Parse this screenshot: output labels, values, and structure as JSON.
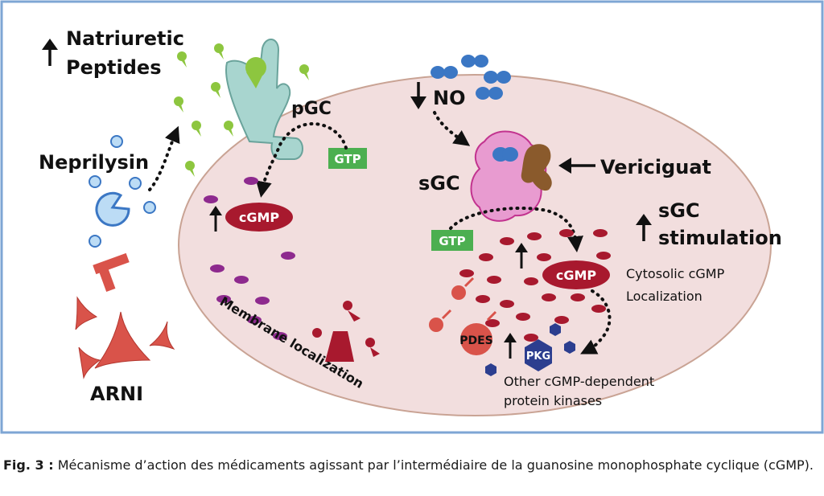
{
  "labels": {
    "natriuretic_line1": "Natriuretic",
    "natriuretic_line2": "Peptides",
    "neprilysin": "Neprilysin",
    "arni": "ARNI",
    "pgc": "pGC",
    "gtp_membrane": "GTP",
    "cgmp_membrane": "cGMP",
    "membrane_localization": "Membrane localization",
    "no": "NO",
    "sgc": "sGC",
    "vericiguat": "Vericiguat",
    "sgc_stim_line1": "sGC",
    "sgc_stim_line2": "stimulation",
    "gtp_cytosol": "GTP",
    "cgmp_cytosol": "cGMP",
    "cytosolic_line1": "Cytosolic cGMP",
    "cytosolic_line2": "Localization",
    "pdes": "PDES",
    "pkg": "PKG",
    "other_line1": "Other cGMP-dependent",
    "other_line2": "protein kinases"
  },
  "caption": {
    "prefix": "Fig. 3 :",
    "text": " Mécanisme d’action des médicaments agissant par l’intermédiaire de la guanosine monophosphate cyclique (cGMP)."
  },
  "colors": {
    "frame_border": "#7ea6d4",
    "cell_fill": "#f2dede",
    "cell_stroke": "#c9a394",
    "peptide_green": "#8dc63f",
    "receptor_teal": "#a8d5cf",
    "gtp_green": "#4caf50",
    "cgmp_red": "#a8192e",
    "membrane_purple": "#8e2a8e",
    "no_blue": "#3b77c4",
    "sgc_pink": "#e89bd0",
    "vericiguat_brown": "#8a5a2c",
    "arni_red": "#d9534a",
    "pkg_navy": "#2c3e8f"
  }
}
